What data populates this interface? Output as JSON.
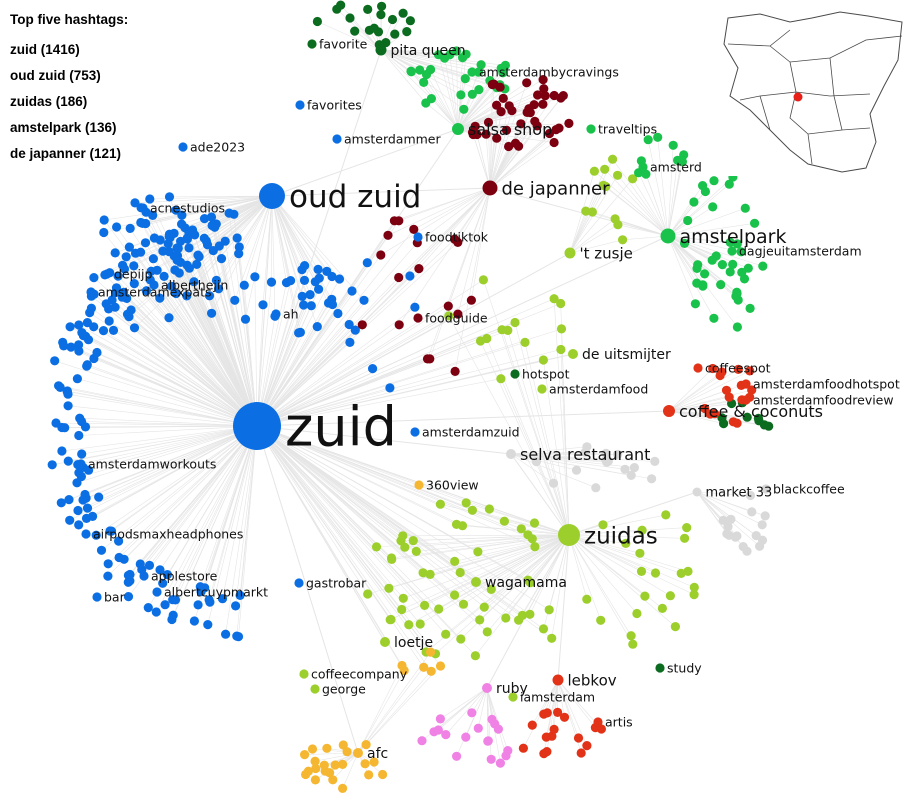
{
  "legend": {
    "title": "Top five hashtags:",
    "items": [
      "zuid (1416)",
      "oud zuid (753)",
      "zuidas (186)",
      "amstelpark (136)",
      "de japanner (121)"
    ]
  },
  "colors": {
    "blue": "#0b6fe3",
    "lime": "#9ccf2b",
    "green": "#19c24a",
    "darkgreen": "#0b6b1f",
    "maroon": "#7d0010",
    "red": "#e23217",
    "orange": "#f5b731",
    "pink": "#ef82e4",
    "grey": "#d9d9d9",
    "edge": "#e5e5e5"
  },
  "hubs": [
    {
      "id": "zuid",
      "label": "zuid",
      "color": "blue"
    },
    {
      "id": "oud-zuid",
      "label": "oud zuid",
      "color": "blue"
    },
    {
      "id": "zuidas",
      "label": "zuidas",
      "color": "lime"
    },
    {
      "id": "amstelpark",
      "label": "amstelpark",
      "color": "green"
    },
    {
      "id": "de-japanner",
      "label": "de japanner",
      "color": "maroon"
    },
    {
      "id": "coffee-coconuts",
      "label": "coffee & coconuts",
      "color": "red"
    },
    {
      "id": "selva-restaurant",
      "label": "selva restaurant",
      "color": "grey"
    },
    {
      "id": "salsa-shop",
      "label": "salsa shop",
      "color": "green"
    },
    {
      "id": "pita-queen",
      "label": "pita queen",
      "color": "darkgreen"
    },
    {
      "id": "t-zusje",
      "label": "'t zusje",
      "color": "lime"
    },
    {
      "id": "de-uitsmijter",
      "label": "de uitsmijter",
      "color": "lime"
    },
    {
      "id": "market-33",
      "label": "market 33",
      "color": "grey"
    },
    {
      "id": "wagamama",
      "label": "wagamama",
      "color": "lime"
    },
    {
      "id": "lebkov",
      "label": "lebkov",
      "color": "red"
    },
    {
      "id": "ruby",
      "label": "ruby",
      "color": "pink"
    },
    {
      "id": "afc",
      "label": "afc",
      "color": "orange"
    },
    {
      "id": "loetje",
      "label": "loetje",
      "color": "lime"
    }
  ],
  "labels": [
    "favorite",
    "favorites",
    "amsterdambycravings",
    "amsterdammer",
    "traveltips",
    "amsterdamsebos",
    "ade2023",
    "acnestudios",
    "dagjeuitamsterdam",
    "foodtiktok",
    "depijp",
    "alberthejin",
    "amsterdamexpats",
    "ah",
    "foodguide",
    "hotspot",
    "amsterdamfood",
    "coffeespot",
    "amsterdamfoodhotspot",
    "amsterdamfoodreview",
    "amsterdamworkouts",
    "amsterdamzuid",
    "360view",
    "blackcoffee",
    "airpodsmaxheadphones",
    "applestore",
    "gastrobar",
    "bar",
    "albertcuypmarkt",
    "study",
    "coffeecompany",
    "george",
    "iamsterdam",
    "artis"
  ],
  "inset_map": {
    "marker_color": "#e8201a"
  }
}
